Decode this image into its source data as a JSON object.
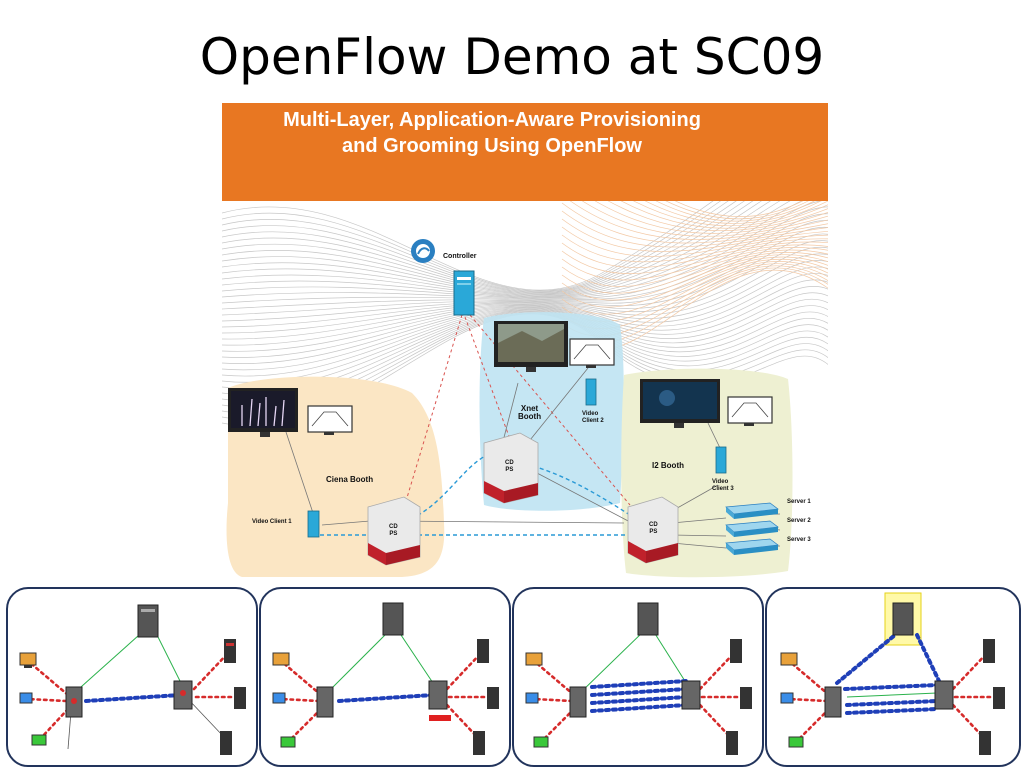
{
  "slide": {
    "title": "OpenFlow Demo at SC09"
  },
  "poster": {
    "banner_line1": "Multi-Layer, Application-Aware Provisioning",
    "banner_line2": "and Grooming Using OpenFlow",
    "labels": {
      "controller": "Controller",
      "xnet_booth_line1": "Xnet",
      "xnet_booth_line2": "Booth",
      "video_client_2_line1": "Video",
      "video_client_2_line2": "Client 2",
      "ciena_booth": "Ciena Booth",
      "i2_booth": "I2 Booth",
      "video_client_3_line1": "Video",
      "video_client_3_line2": "Client 3",
      "video_client_1": "Video Client 1",
      "server_1": "Server 1",
      "server_2": "Server 2",
      "server_3": "Server 3",
      "switch_label_line1": "CD",
      "switch_label_line2": "PS"
    },
    "colors": {
      "banner": "#e87722",
      "ciena_zone": "#fbe6c4",
      "xnet_zone": "#bfe3f2",
      "i2_zone": "#eef0d2",
      "controller_link": "#d9534f",
      "video_flow": "#2a9ad6"
    }
  },
  "panels": [
    {
      "name": "panel-1",
      "icons": [
        "server-icon",
        "computer-icon"
      ]
    },
    {
      "name": "panel-2",
      "icons": [
        "server-icon",
        "computer-icon"
      ]
    },
    {
      "name": "panel-3",
      "icons": [
        "server-icon",
        "computer-icon"
      ]
    },
    {
      "name": "panel-4",
      "icons": [
        "server-icon",
        "computer-icon"
      ]
    }
  ]
}
